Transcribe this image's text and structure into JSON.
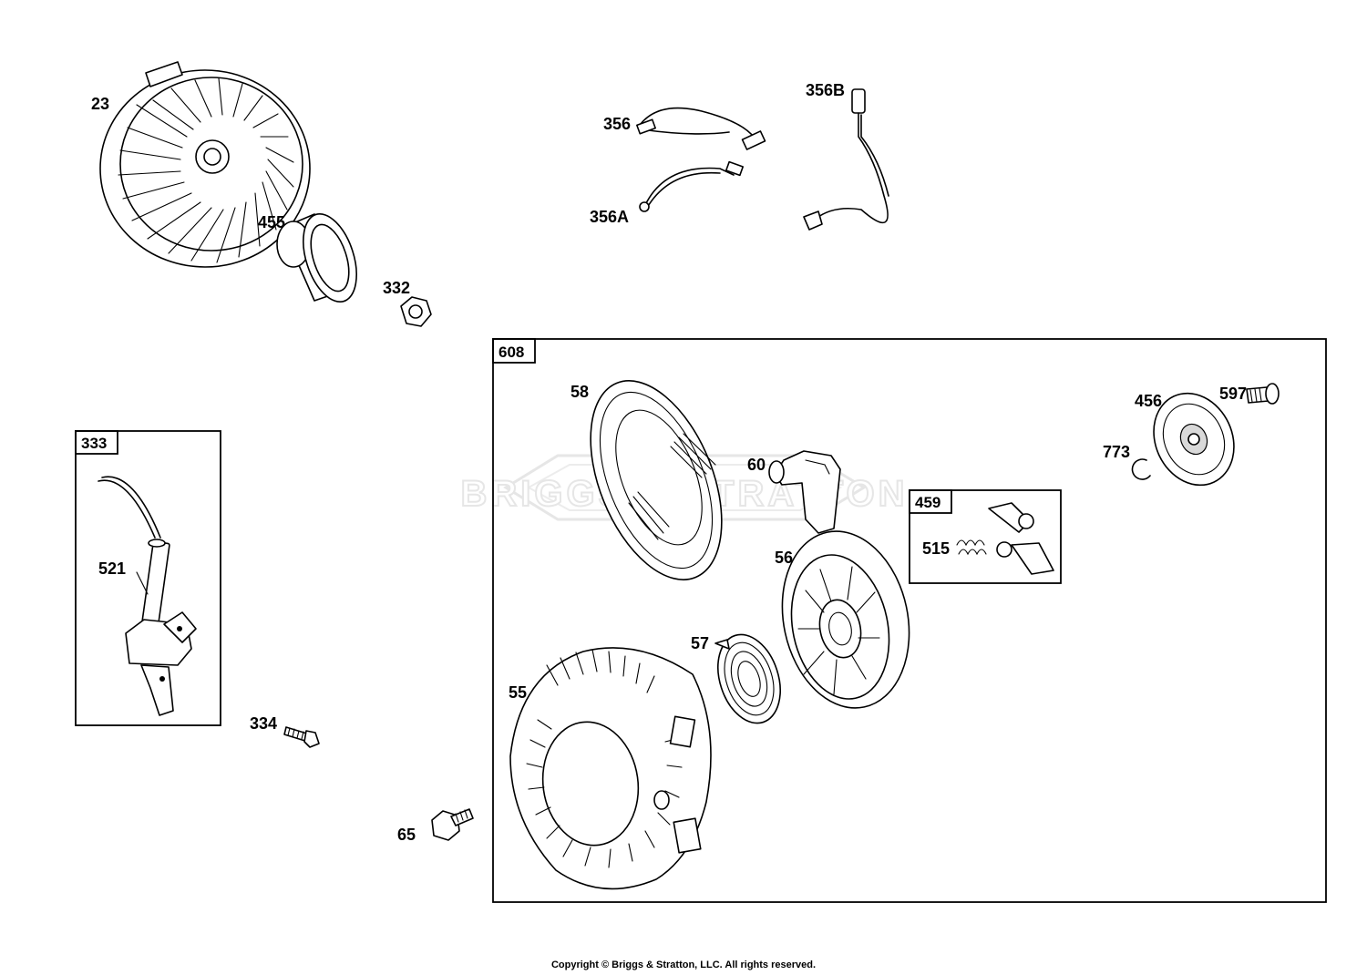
{
  "watermark": "BRIGGS & STRATTON",
  "copyright": "Copyright © Briggs & Stratton, LLC. All rights reserved.",
  "boxes": {
    "b608": "608",
    "b333": "333",
    "b459": "459"
  },
  "labels": {
    "p23": "23",
    "p455": "455",
    "p332": "332",
    "p356": "356",
    "p356A": "356A",
    "p356B": "356B",
    "p58": "58",
    "p60": "60",
    "p456": "456",
    "p597": "597",
    "p773": "773",
    "p515": "515",
    "p56": "56",
    "p57": "57",
    "p55": "55",
    "p521": "521",
    "p334": "334",
    "p65": "65"
  }
}
